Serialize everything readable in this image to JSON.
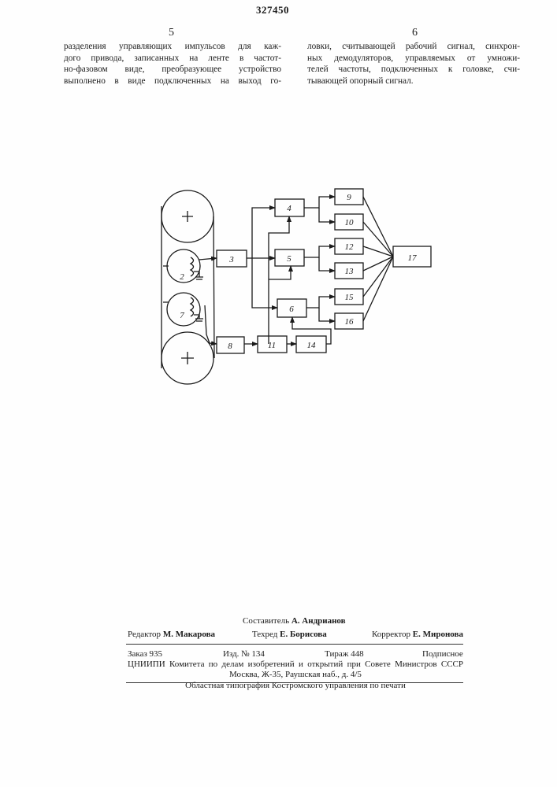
{
  "header": {
    "patent_number": "327450",
    "col_left": "5",
    "col_right": "6"
  },
  "text": {
    "left": [
      "разделения управляющих импульсов для каж-",
      "дого привода, записанных на ленте в частот-",
      "но-фазовом виде, преобразующее устройство",
      "выполнено в виде подключенных на выход го-"
    ],
    "right": [
      "ловки, считывающей рабочий сигнал, синхрон-",
      "ных демодуляторов, управляемых от умножи-",
      "телей частоты, подключенных к головке, счи-",
      "тывающей опорный сигнал."
    ]
  },
  "diagram": {
    "labels": {
      "b2": "2",
      "b3": "3",
      "b4": "4",
      "b5": "5",
      "b6": "6",
      "b7": "7",
      "b8": "8",
      "b9": "9",
      "b10": "10",
      "b11": "11",
      "b12": "12",
      "b13": "13",
      "b14": "14",
      "b15": "15",
      "b16": "16",
      "b17": "17"
    }
  },
  "footer": {
    "compiler_label": "Составитель",
    "compiler_name": "А. Андрианов",
    "editor_label": "Редактор",
    "editor_name": "М. Макарова",
    "tech_label": "Техред",
    "tech_name": "Е. Борисова",
    "corrector_label": "Корректор",
    "corrector_name": "Е. Миронова",
    "order": "Заказ 935",
    "izd": "Изд. № 134",
    "tirazh": "Тираж 448",
    "subscr": "Подписное",
    "org_line1": "ЦНИИПИ Комитета по делам изобретений и открытий при Совете Министров СССР",
    "org_line2": "Москва, Ж-35, Раушская наб., д. 4/5",
    "printer": "Областная типография Костромского управления по печати"
  }
}
